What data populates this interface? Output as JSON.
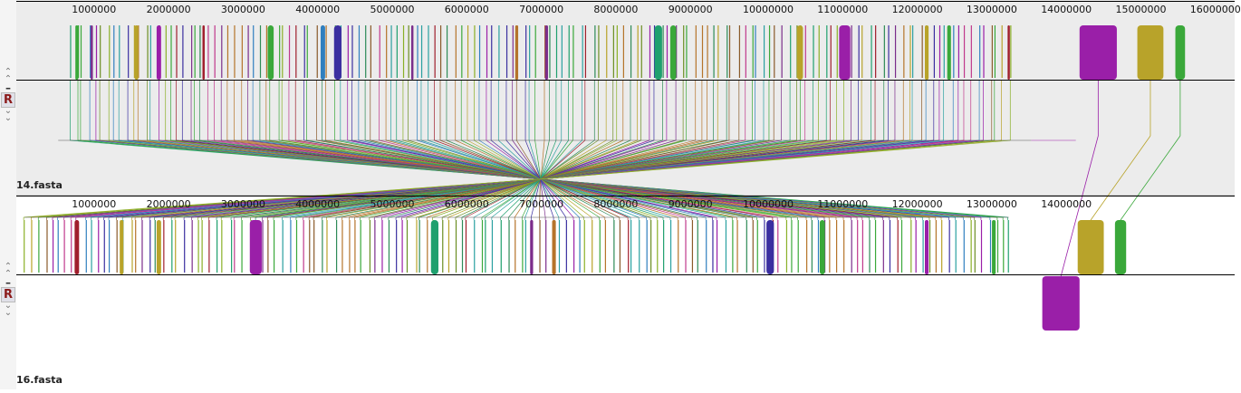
{
  "tracks": [
    {
      "label": "14.fasta",
      "ruler_ticks": [
        "1000000",
        "2000000",
        "3000000",
        "4000000",
        "5000000",
        "6000000",
        "7000000",
        "8000000",
        "9000000",
        "10000000",
        "11000000",
        "12000000",
        "13000000",
        "14000000",
        "15000000",
        "16000000"
      ],
      "controls": {
        "up_icon": "chevron-up-icon",
        "minus": "–",
        "reverse": "R",
        "down_icon": "chevron-down-icon"
      }
    },
    {
      "label": "16.fasta",
      "ruler_ticks": [
        "1000000",
        "2000000",
        "3000000",
        "4000000",
        "5000000",
        "6000000",
        "7000000",
        "8000000",
        "9000000",
        "10000000",
        "11000000",
        "12000000",
        "13000000",
        "14000000"
      ],
      "controls": {
        "up_icon": "chevron-up-icon",
        "minus": "–",
        "reverse": "R",
        "down_icon": "chevron-down-icon"
      }
    }
  ],
  "colors": {
    "panel_bg_top": "#ececec",
    "panel_bg_bottom": "#ffffff",
    "palette": [
      "#7b2d8b",
      "#8ab027",
      "#b8a32a",
      "#a01f2c",
      "#2e8b57",
      "#2f7fbf",
      "#3b2fa0",
      "#b5742a",
      "#9a1fa8",
      "#1fa06e",
      "#3aa83a",
      "#6b8e23",
      "#c0398c",
      "#2aa0a0",
      "#8a5a2a"
    ]
  },
  "blocks_top": [
    {
      "pos": 0.8,
      "w": 0.04,
      "color": "#3aa83a"
    },
    {
      "pos": 1.0,
      "w": 0.03,
      "color": "#7b2d8b"
    },
    {
      "pos": 1.6,
      "w": 0.05,
      "color": "#b8a32a"
    },
    {
      "pos": 1.9,
      "w": 0.06,
      "color": "#9a1fa8"
    },
    {
      "pos": 2.5,
      "w": 0.03,
      "color": "#a01f2c"
    },
    {
      "pos": 3.4,
      "w": 0.08,
      "color": "#3aa83a"
    },
    {
      "pos": 4.1,
      "w": 0.06,
      "color": "#2f7fbf"
    },
    {
      "pos": 4.3,
      "w": 0.1,
      "color": "#3b2fa0"
    },
    {
      "pos": 5.3,
      "w": 0.03,
      "color": "#7b2d8b"
    },
    {
      "pos": 6.7,
      "w": 0.04,
      "color": "#b5742a"
    },
    {
      "pos": 7.1,
      "w": 0.04,
      "color": "#7b2d8b"
    },
    {
      "pos": 8.6,
      "w": 0.1,
      "color": "#1fa06e"
    },
    {
      "pos": 8.8,
      "w": 0.08,
      "color": "#3aa83a"
    },
    {
      "pos": 10.5,
      "w": 0.08,
      "color": "#b8a32a"
    },
    {
      "pos": 11.1,
      "w": 0.15,
      "color": "#9a1fa8"
    },
    {
      "pos": 12.2,
      "w": 0.05,
      "color": "#b8a32a"
    },
    {
      "pos": 12.5,
      "w": 0.05,
      "color": "#3aa83a"
    },
    {
      "pos": 13.3,
      "w": 0.03,
      "color": "#a01f2c"
    },
    {
      "pos": 14.5,
      "w": 0.5,
      "color": "#9a1fa8"
    },
    {
      "pos": 15.2,
      "w": 0.35,
      "color": "#b8a32a"
    },
    {
      "pos": 15.6,
      "w": 0.13,
      "color": "#3aa83a"
    }
  ],
  "blocks_bottom": [
    {
      "pos": 0.8,
      "w": 0.06,
      "color": "#a01f2c"
    },
    {
      "pos": 1.4,
      "w": 0.05,
      "color": "#b8a32a"
    },
    {
      "pos": 1.9,
      "w": 0.06,
      "color": "#b8a32a"
    },
    {
      "pos": 3.2,
      "w": 0.16,
      "color": "#9a1fa8"
    },
    {
      "pos": 5.6,
      "w": 0.1,
      "color": "#1fa06e"
    },
    {
      "pos": 6.9,
      "w": 0.04,
      "color": "#7b2d8b"
    },
    {
      "pos": 7.2,
      "w": 0.05,
      "color": "#b5742a"
    },
    {
      "pos": 10.1,
      "w": 0.1,
      "color": "#3b2fa0"
    },
    {
      "pos": 10.8,
      "w": 0.07,
      "color": "#3aa83a"
    },
    {
      "pos": 12.2,
      "w": 0.05,
      "color": "#9a1fa8"
    },
    {
      "pos": 13.1,
      "w": 0.05,
      "color": "#3aa83a"
    },
    {
      "pos": 14.4,
      "w": 0.35,
      "color": "#b8a32a"
    },
    {
      "pos": 14.8,
      "w": 0.15,
      "color": "#3aa83a"
    },
    {
      "pos": 14.0,
      "w": 0.5,
      "color": "#9a1fa8",
      "reverse": true
    }
  ]
}
